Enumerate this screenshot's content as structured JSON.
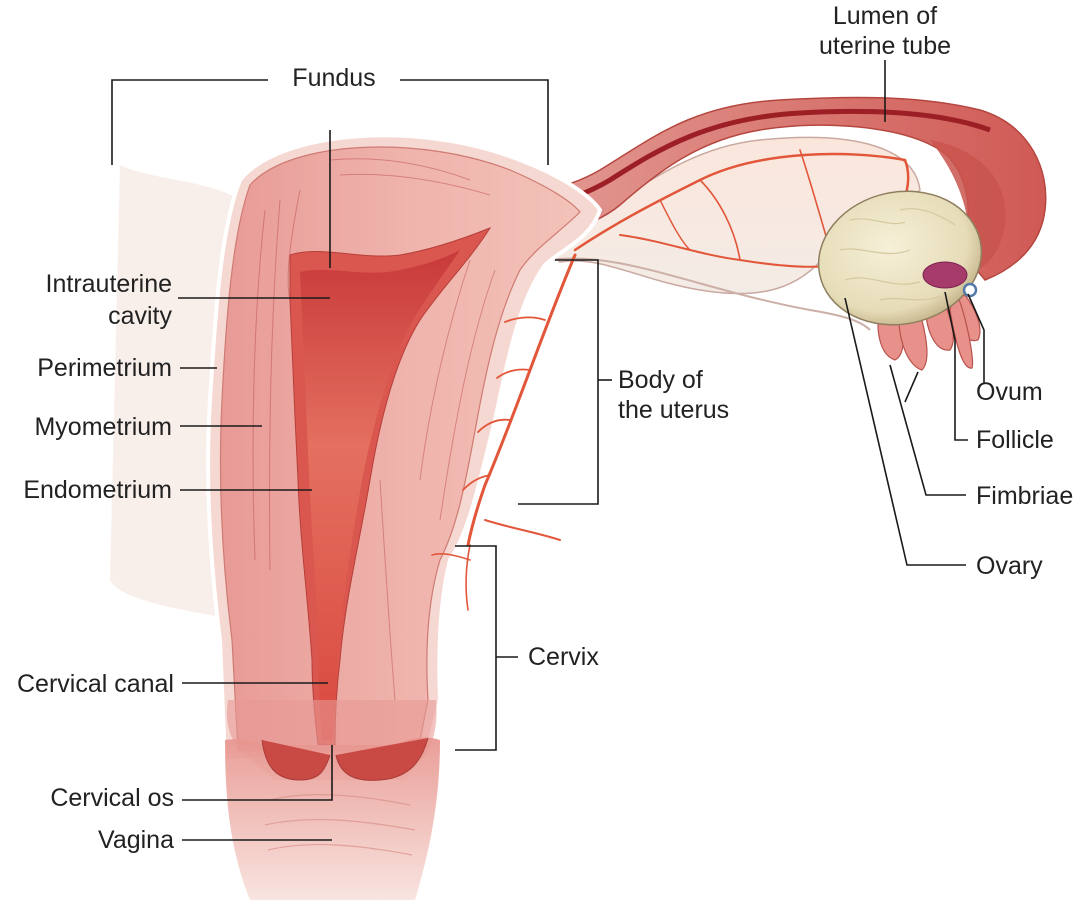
{
  "diagram": {
    "labels": {
      "fundus": "Fundus",
      "lumen_line1": "Lumen of",
      "lumen_line2": "uterine tube",
      "intrauterine_line1": "Intrauterine",
      "intrauterine_line2": "cavity",
      "perimetrium": "Perimetrium",
      "myometrium": "Myometrium",
      "endometrium": "Endometrium",
      "body_line1": "Body of",
      "body_line2": "the uterus",
      "cervical_canal": "Cervical canal",
      "cervix": "Cervix",
      "cervical_os": "Cervical os",
      "vagina": "Vagina",
      "ovum": "Ovum",
      "follicle": "Follicle",
      "fimbriae": "Fimbriae",
      "ovary": "Ovary"
    },
    "colors": {
      "myometrium": "#e9a6a0",
      "endometrium": "#d94a4a",
      "cavity": "#e0675a",
      "perimetrium": "#f4d7d0",
      "vessel": "#e2563a",
      "ovary": "#efe6c8",
      "ligament": "#f3ece6"
    }
  }
}
